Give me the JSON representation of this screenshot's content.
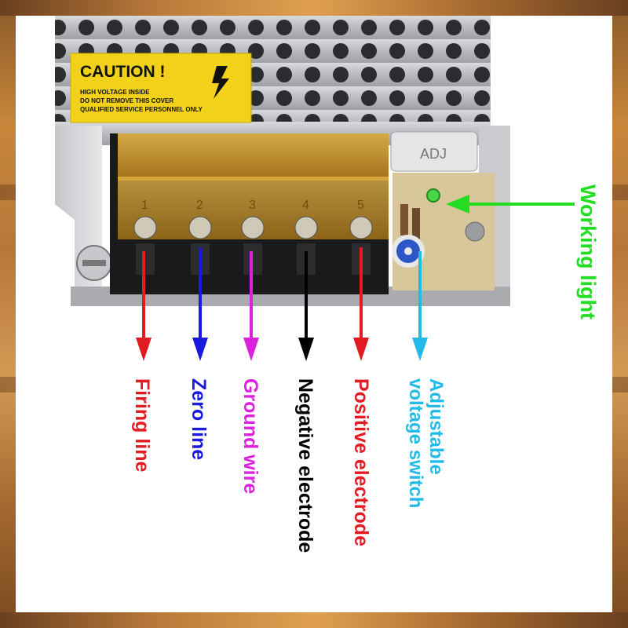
{
  "caution_label": {
    "title": "CAUTION !",
    "line1": "HIGH VOLTAGE INSIDE",
    "line2": "DO NOT REMOVE THIS COVER",
    "line3": "QUALIFIED SERVICE PERSONNEL ONLY"
  },
  "adj_label": "ADJ",
  "terminals": [
    "1",
    "2",
    "3",
    "4",
    "5"
  ],
  "annotations": {
    "working_light": {
      "text": "Working light",
      "color": "#22dd22"
    },
    "firing_line": {
      "text": "Firing line",
      "color": "#e21b23"
    },
    "zero_line": {
      "text": "Zero line",
      "color": "#1a1adf"
    },
    "ground_wire": {
      "text": "Ground wire",
      "color": "#dd22dd"
    },
    "negative_electrode": {
      "text": "Negative electrode",
      "color": "#000000"
    },
    "positive_electrode": {
      "text": "Positive electrode",
      "color": "#e21b23"
    },
    "adjustable_voltage_switch": {
      "line1": "Adjustable",
      "line2": "voltage switch",
      "color": "#22bbe8"
    }
  }
}
